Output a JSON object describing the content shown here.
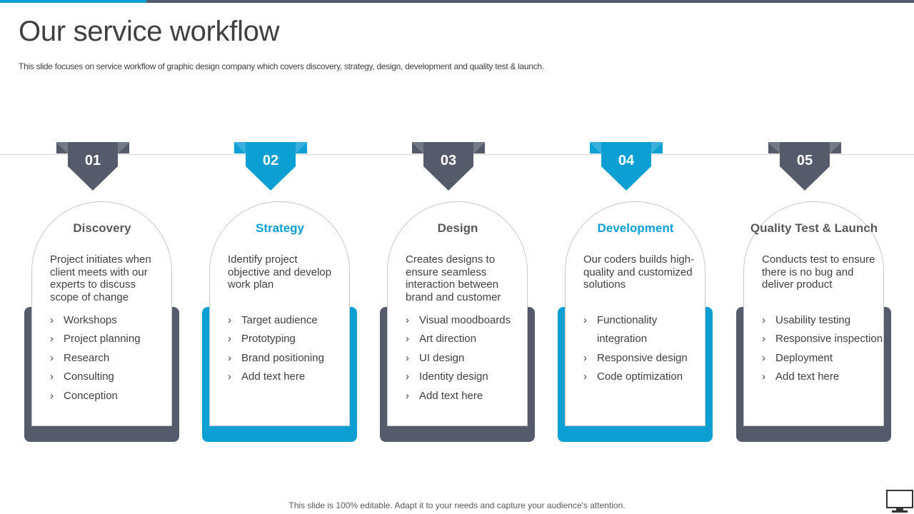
{
  "header": {
    "title": "Our service workflow",
    "subtitle": "This slide focuses on service workflow of graphic design company which covers discovery, strategy,  design, development and quality test & launch."
  },
  "colors": {
    "dark": "#565b6b",
    "blue": "#0b9fd3",
    "text": "#404040",
    "title_dark": "#595959"
  },
  "steps": [
    {
      "number": "01",
      "title": "Discovery",
      "theme": "dark",
      "description": "Project initiates when client meets with our experts to discuss scope of change",
      "items": [
        "Workshops",
        "Project planning",
        "Research",
        "Consulting",
        "Conception"
      ]
    },
    {
      "number": "02",
      "title": "Strategy",
      "theme": "blue",
      "description": "Identify project objective and develop work plan",
      "items": [
        "Target audience",
        "Prototyping",
        "Brand positioning",
        "Add text here"
      ]
    },
    {
      "number": "03",
      "title": "Design",
      "theme": "dark",
      "description": "Creates designs to ensure seamless interaction between brand and customer",
      "items": [
        "Visual moodboards",
        "Art direction",
        "UI design",
        "Identity design",
        "Add text here"
      ]
    },
    {
      "number": "04",
      "title": "Development",
      "theme": "blue",
      "description": "Our coders builds high-quality and customized solutions",
      "items": [
        "Functionality integration",
        "Responsive design",
        "Code optimization"
      ]
    },
    {
      "number": "05",
      "title": "Quality Test & Launch",
      "theme": "dark",
      "description": "Conducts test to ensure there is no bug and deliver product",
      "items": [
        "Usability testing",
        "Responsive inspection",
        "Deployment",
        "Add text here"
      ]
    }
  ],
  "bullet_glyph": "›",
  "footer": {
    "note": "This slide is 100% editable. Adapt it to your needs and capture your audience's attention."
  },
  "icons": {
    "corner": "monitor-icon"
  }
}
